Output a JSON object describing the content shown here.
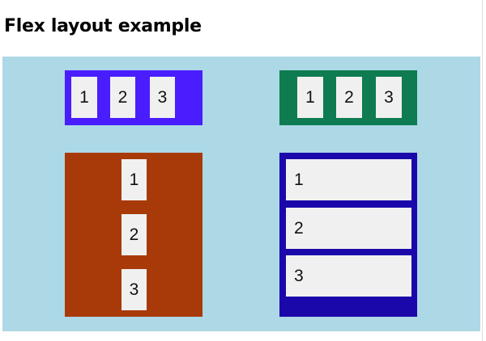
{
  "heading": "Flex layout example",
  "boxes": [
    {
      "name": "row-start",
      "color": "#4a1dff",
      "items": [
        "1",
        "2",
        "3"
      ]
    },
    {
      "name": "row-center",
      "color": "#0e7c50",
      "items": [
        "1",
        "2",
        "3"
      ]
    },
    {
      "name": "column-center",
      "color": "#a83a0a",
      "items": [
        "1",
        "2",
        "3"
      ]
    },
    {
      "name": "column-stretch",
      "color": "#1a08ab",
      "items": [
        "1",
        "2",
        "3"
      ]
    }
  ]
}
